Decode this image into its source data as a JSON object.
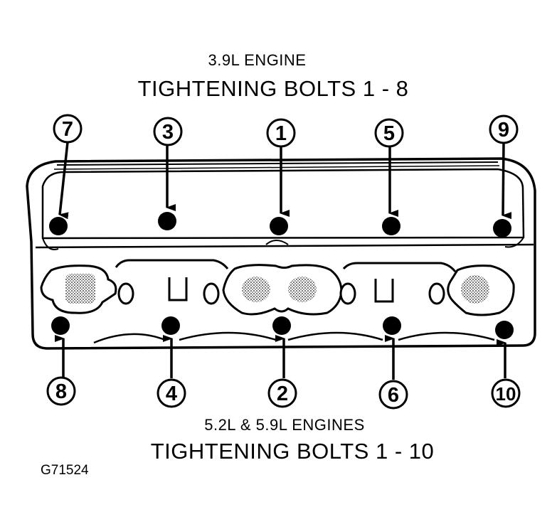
{
  "top_sub_title": "3.9L ENGINE",
  "top_main_title": "TIGHTENING BOLTS 1 - 8",
  "bottom_sub_title": "5.2L & 5.9L ENGINES",
  "bottom_main_title": "TIGHTENING BOLTS 1 - 10",
  "figure_code": "G71524",
  "top_callouts": [
    "7",
    "3",
    "1",
    "5",
    "9"
  ],
  "bottom_callouts": [
    "8",
    "4",
    "2",
    "6",
    "10"
  ]
}
